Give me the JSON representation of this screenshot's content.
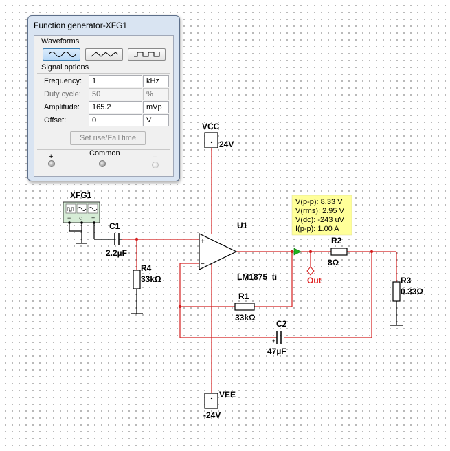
{
  "function_generator": {
    "title": "Function generator-XFG1",
    "waveforms_label": "Waveforms",
    "waveforms": [
      {
        "name": "sine",
        "active": true
      },
      {
        "name": "triangle",
        "active": false
      },
      {
        "name": "square",
        "active": false
      }
    ],
    "signal_options_label": "Signal options",
    "rows": [
      {
        "label": "Frequency:",
        "value": "1",
        "unit": "kHz",
        "disabled": false
      },
      {
        "label": "Duty cycle:",
        "value": "50",
        "unit": "%",
        "disabled": true
      },
      {
        "label": "Amplitude:",
        "value": "165.2",
        "unit": "mVp",
        "disabled": false
      },
      {
        "label": "Offset:",
        "value": "0",
        "unit": "V",
        "disabled": false
      }
    ],
    "rise_fall_button": "Set rise/Fall time",
    "terminals": {
      "plus": "+",
      "common": "Common",
      "minus": "−"
    }
  },
  "schematic": {
    "xfg_label": "XFG1",
    "vcc": {
      "name": "VCC",
      "value": "24V"
    },
    "vee": {
      "name": "VEE",
      "value": "-24V"
    },
    "c1": {
      "name": "C1",
      "value": "2.2µF"
    },
    "r4": {
      "name": "R4",
      "value": "33kΩ"
    },
    "u1": {
      "name": "U1",
      "part": "LM1875_ti"
    },
    "r1": {
      "name": "R1",
      "value": "33kΩ"
    },
    "c2": {
      "name": "C2",
      "value": "47µF"
    },
    "r2": {
      "name": "R2",
      "value": "8Ω"
    },
    "r3": {
      "name": "R3",
      "value": "0.33Ω"
    },
    "out_label": "Out",
    "opamp_plus": "+",
    "opamp_minus": "−",
    "probe": {
      "lines": [
        "V(p-p): 8.33 V",
        "V(rms): 2.95 V",
        "V(dc): -243 uV",
        "I(p-p): 1.00 A"
      ]
    }
  },
  "colors": {
    "wire": "#d42020",
    "probe_bg": "#ffff99",
    "label_red": "#e02020"
  }
}
